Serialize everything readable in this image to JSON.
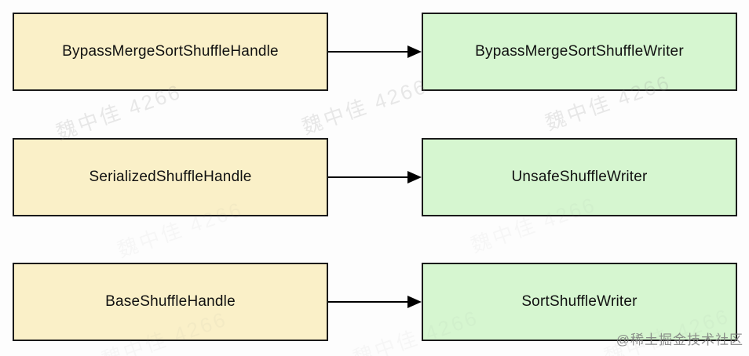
{
  "diagram": {
    "rows": [
      {
        "handle": "BypassMergeSortShuffleHandle",
        "writer": "BypassMergeSortShuffleWriter"
      },
      {
        "handle": "SerializedShuffleHandle",
        "writer": "UnsafeShuffleWriter"
      },
      {
        "handle": "BaseShuffleHandle",
        "writer": "SortShuffleWriter"
      }
    ],
    "colors": {
      "handle_fill": "#faf0c8",
      "writer_fill": "#d6f6d0",
      "border": "#1a1a1a",
      "arrow": "#000000"
    }
  },
  "watermarks": {
    "user": "魏中佳 4266",
    "community": "@稀土掘金技术社区"
  }
}
